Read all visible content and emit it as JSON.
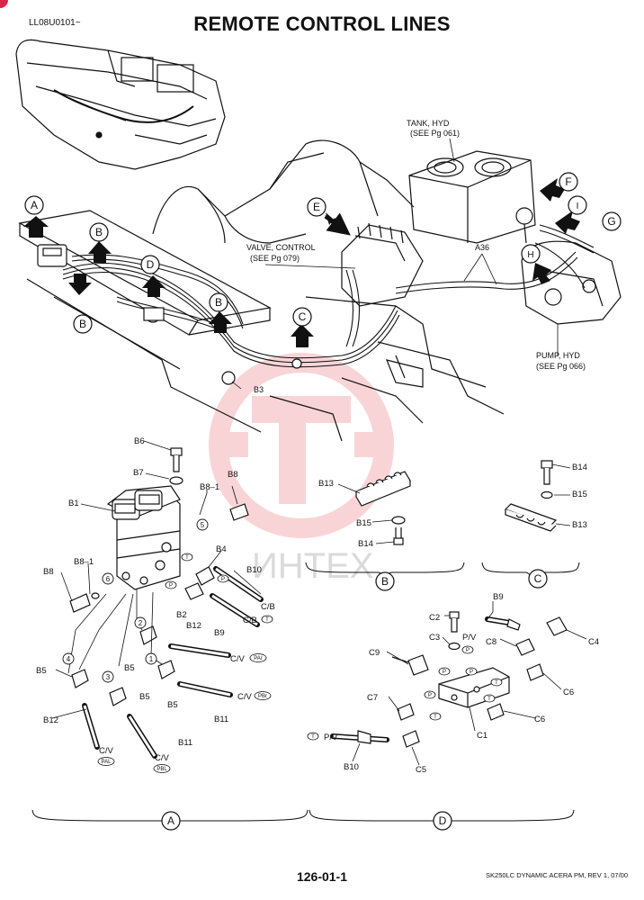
{
  "page": {
    "title": "REMOTE CONTROL LINES",
    "code": "LL08U0101~",
    "page_number": "126-01-1",
    "footer": "SK250LC DYNAMIC ACERA PM, REV 1, 07/00"
  },
  "callouts": {
    "tank": [
      "TANK, HYD",
      "(SEE Pg  061)"
    ],
    "valve": [
      "VALVE, CONTROL",
      "(SEE Pg  079)"
    ],
    "pump": [
      "PUMP, HYD",
      "(SEE Pg  066)"
    ],
    "a36": "A36"
  },
  "view_letters": [
    "A",
    "B",
    "C",
    "D",
    "E",
    "F",
    "G",
    "H",
    "I"
  ],
  "section_letters": [
    "A",
    "B",
    "C",
    "D"
  ],
  "parts": {
    "b1": "B1",
    "b2": "B2",
    "b3": "B3",
    "b4": "B4",
    "b5": "B5",
    "b6": "B6",
    "b7": "B7",
    "b8": "B8",
    "b8_1": "B8–1",
    "b9": "B9",
    "b10": "B10",
    "b11": "B11",
    "b12": "B12",
    "b13": "B13",
    "b14": "B14",
    "b15": "B15",
    "c1": "C1",
    "c2": "C2",
    "c3": "C3",
    "c4": "C4",
    "c5": "C5",
    "c6": "C6",
    "c7": "C7",
    "c8": "C8",
    "c9": "C9"
  },
  "port_numbers": [
    "1",
    "2",
    "3",
    "4",
    "5",
    "6"
  ],
  "port_tags": {
    "p": "P",
    "t": "T",
    "pal": "PAL",
    "pbl": "PBL",
    "par": "PAr",
    "pbr": "PBr"
  },
  "line_labels": {
    "cb": "C/B",
    "cv": "C/V",
    "pv": "P/V"
  },
  "watermark": "ИНТЕХ"
}
